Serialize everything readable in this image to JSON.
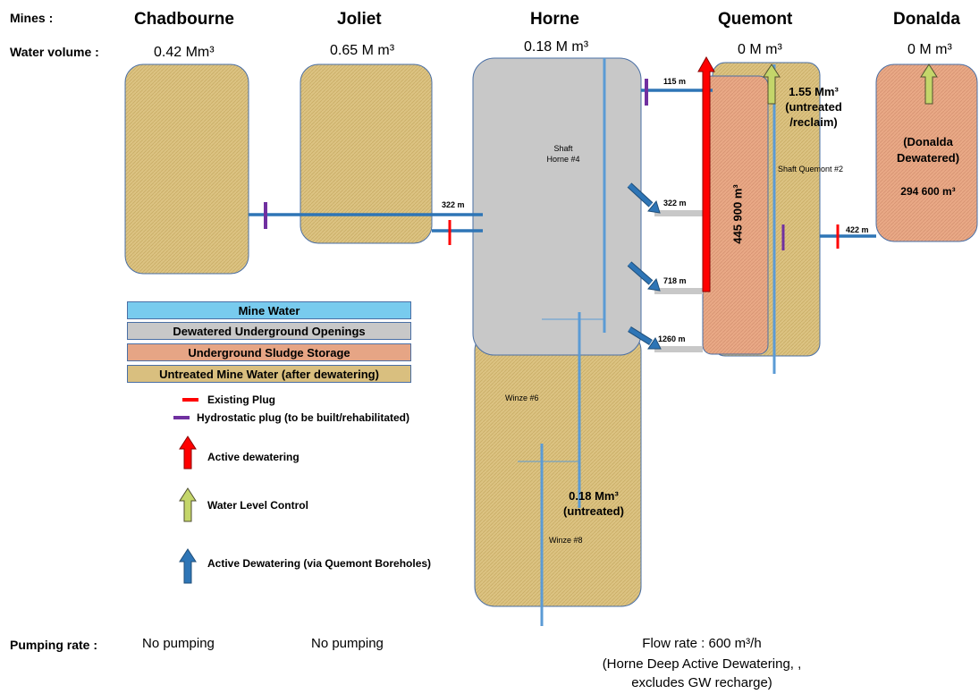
{
  "header": {
    "mines_label": "Mines :",
    "volume_label": "Water volume :"
  },
  "mines": [
    {
      "name": "Chadbourne",
      "volume": "0.42 Mm³"
    },
    {
      "name": "Joliet",
      "volume": "0.65 M m³"
    },
    {
      "name": "Horne",
      "volume": "0.18 M m³"
    },
    {
      "name": "Quemont",
      "volume": "0 M m³"
    },
    {
      "name": "Donalda",
      "volume": "0 M m³"
    }
  ],
  "diagram": {
    "shaft_horne": "Shaft\nHorne #4",
    "shaft_quemont": "Shaft Quemont #2",
    "winze6": "Winze #6",
    "winze8": "Winze #8",
    "d_322_horne": "322 m",
    "d_115": "115 m",
    "d_322": "322 m",
    "d_718": "718 m",
    "d_1260": "1260 m",
    "d_422": "422 m",
    "quemont_sludge": "445 900 m³",
    "quemont_untreated": "1.55 Mm³\n(untreated\n/reclaim)",
    "donalda_text": "(Donalda\nDewatered)",
    "donalda_volume": "294 600 m³",
    "horne_untreated": "0.18 Mm³\n(untreated)"
  },
  "legend": {
    "items": [
      {
        "label": "Mine Water",
        "color": "#6fc6ec"
      },
      {
        "label": "Dewatered Underground Openings",
        "color": "#c8c8c8"
      },
      {
        "label": "Underground Sludge Storage",
        "color": "#e6a585"
      },
      {
        "label": "Untreated Mine Water (after dewatering)",
        "color": "#d9bf7f"
      }
    ],
    "existing_plug": "Existing Plug",
    "hydrostatic_plug": "Hydrostatic plug (to be built/rehabilitated)",
    "active_dewatering": "Active dewatering",
    "water_level_control": "Water Level Control",
    "active_dewatering_boreholes": "Active Dewatering (via Quemont Boreholes)"
  },
  "footer": {
    "pumping_label": "Pumping rate :",
    "chadbourne": "No pumping",
    "joliet": "No pumping",
    "horne_line1": "Flow rate : 600 m³/h",
    "horne_line2": "(Horne Deep Active Dewatering, ,",
    "horne_line3": "excludes GW recharge)"
  },
  "colors": {
    "untreated": "#d9bf7f",
    "dewatered": "#c8c8c8",
    "sludge": "#e6a585",
    "mine_water": "#6fc6ec",
    "pipe": "#2e75b6",
    "existing_plug": "#ff0000",
    "hydrostatic_plug": "#7030a0",
    "dewatering_arrow": "#ff0000",
    "level_arrow": "#c4d66a"
  }
}
